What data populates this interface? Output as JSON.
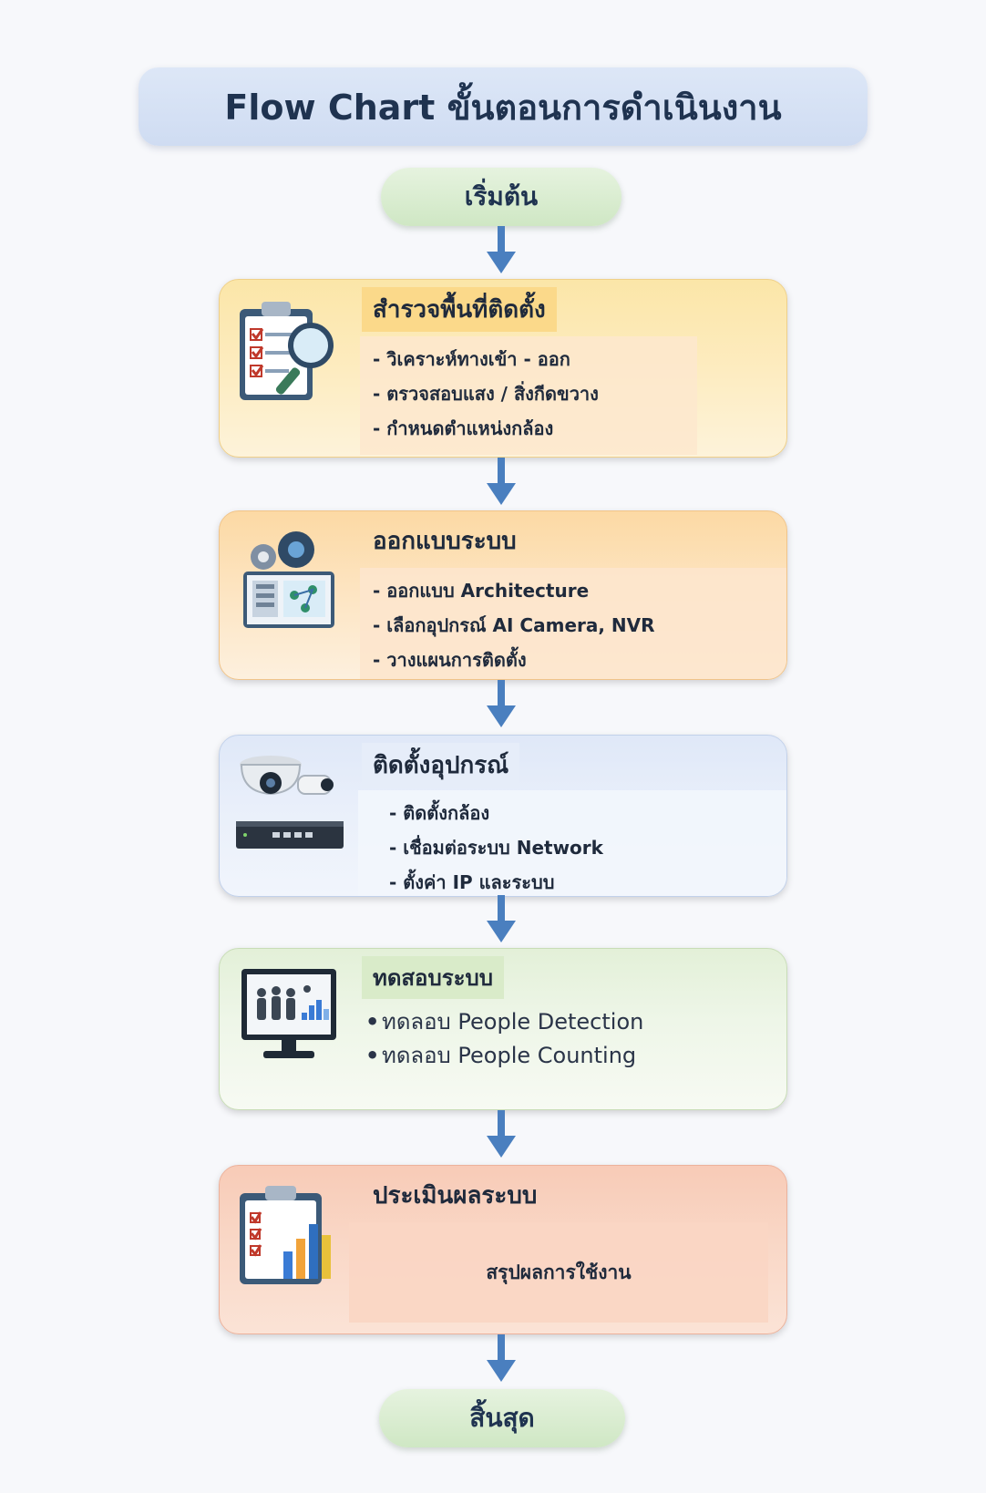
{
  "title": "Flow Chart ขั้นตอนการดำเนินงาน",
  "start_label": "เริ่มต้น",
  "end_label": "สิ้นสุด",
  "colors": {
    "arrow": "#4a7fbf",
    "terminal_pill": "#d6ebcc",
    "step1": "#fbe3a6",
    "step2": "#fcd9a4",
    "step3": "#dfe8f8",
    "step4": "#e3f0d8",
    "step5": "#f8cbb7"
  },
  "steps": [
    {
      "heading": "สำรวจพื้นที่ติดตั้ง",
      "icon": "clipboard-magnifier-icon",
      "bullets": [
        "- วิเคราะห์ทางเข้า - ออก",
        "- ตรวจสอบแสง / สิ่งกีดขวาง",
        "- กำหนดตำแหน่งกล้อง"
      ]
    },
    {
      "heading": "ออกแบบระบบ",
      "icon": "gears-blueprint-icon",
      "bullets": [
        "- ออกแบบ Architecture",
        "- เลือกอุปกรณ์ AI Camera, NVR",
        "- วางแผนการติดตั้ง"
      ]
    },
    {
      "heading": "ติดตั้งอุปกรณ์",
      "icon": "camera-switch-icon",
      "bullets": [
        "- ติดตั้งกล้อง",
        "- เชื่อมต่อระบบ Network",
        "- ตั้งค่า IP และระบบ"
      ]
    },
    {
      "heading": "ทดสอบระบบ",
      "icon": "monitor-people-icon",
      "bullets": [
        "ทดลอบ People Detection",
        "ทดลอบ People Counting"
      ]
    },
    {
      "heading": "ประเมินผลระบบ",
      "icon": "clipboard-chart-icon",
      "summary": "สรุปผลการใช้งาน"
    }
  ]
}
